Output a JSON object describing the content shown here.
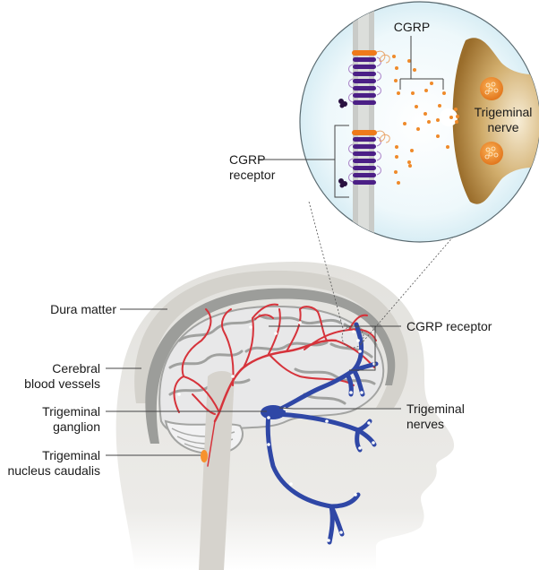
{
  "labels": {
    "cgrp": "CGRP",
    "trigeminal_nerve_line1": "Trigeminal",
    "trigeminal_nerve_line2": "nerve",
    "cgrp_receptor_inset_line1": "CGRP",
    "cgrp_receptor_inset_line2": "receptor",
    "dura_matter": "Dura matter",
    "cerebral_blood_vessels_line1": "Cerebral",
    "cerebral_blood_vessels_line2": "blood vessels",
    "trigeminal_ganglion_line1": "Trigeminal",
    "trigeminal_ganglion_line2": "ganglion",
    "trigeminal_nucleus_line1": "Trigeminal",
    "trigeminal_nucleus_line2": "nucleus caudalis",
    "cgrp_receptor_head": "CGRP receptor",
    "trigeminal_nerves_line1": "Trigeminal",
    "trigeminal_nerves_line2": "nerves"
  },
  "colors": {
    "inset_fill": "#dff1f7",
    "inset_stroke": "#5a6a70",
    "membrane": "#c9cbc8",
    "receptor": "#4b1f86",
    "ramp": "#ef7a1a",
    "cgrp_dot": "#ef8a2a",
    "nerve_ending": "#b88a3a",
    "vesicle": "#f29a35",
    "head": "#e6e5e1",
    "skull": "#d5d3cd",
    "dura": "#9fa09d",
    "brain": "#e9e9ea",
    "brain_folds": "#9d9e9c",
    "vessel": "#d6333b",
    "nerve": "#2f47a6"
  }
}
